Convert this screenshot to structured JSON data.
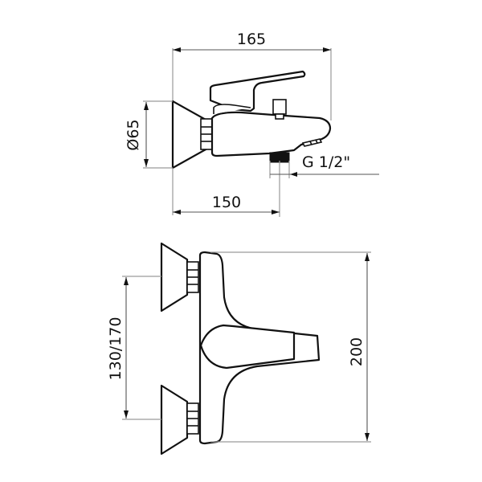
{
  "drawing": {
    "title": "Bath mixer technical drawing",
    "units": "mm",
    "colors": {
      "outline": "#111111",
      "dimension": "#9a9a9a",
      "background": "#ffffff"
    },
    "side_view": {
      "dimensions": {
        "overall_length": "165",
        "projection_to_outlet": "150",
        "flange_diameter": "Ø65",
        "outlet_thread": "G 1/2\""
      }
    },
    "top_view": {
      "dimensions": {
        "inlet_spacing": "130/170",
        "overall_height": "200"
      }
    }
  }
}
